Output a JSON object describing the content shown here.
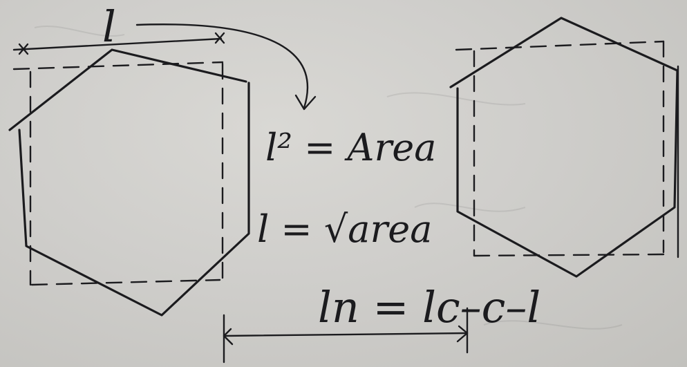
{
  "labels": {
    "length_symbol": "l",
    "formula_area": "l² = Area",
    "formula_sqrt": "l = √area",
    "formula_new_length": "ln = lc–c–l"
  },
  "colors": {
    "paper": "#cfcecb",
    "ink": "#1b1b1e"
  }
}
